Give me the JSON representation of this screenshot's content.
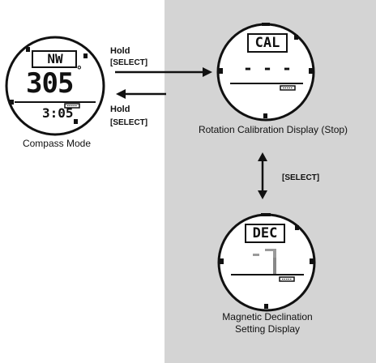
{
  "compass_mode": {
    "caption": "Compass Mode",
    "heading_text": "NW",
    "bearing_text": "305",
    "degree_mark": "°",
    "time_text": "3:05"
  },
  "rotation_calibration": {
    "caption": "Rotation Calibration  Display (Stop)",
    "header_text": "CAL",
    "dashes_text": "- - -"
  },
  "magnetic_declination": {
    "caption_line1": "Magnetic Declination",
    "caption_line2": "Setting Display",
    "header_text": "DEC"
  },
  "arrows": {
    "to_calibration": {
      "line1": "Hold",
      "line2": "[SELECT]"
    },
    "to_compass": {
      "line1": "Hold",
      "line2": "[SELECT]"
    },
    "calibration_declination": {
      "label": "[SELECT]"
    }
  },
  "colors": {
    "panel_gray": "#d4d4d4",
    "ink": "#111111",
    "face_white": "#ffffff"
  }
}
